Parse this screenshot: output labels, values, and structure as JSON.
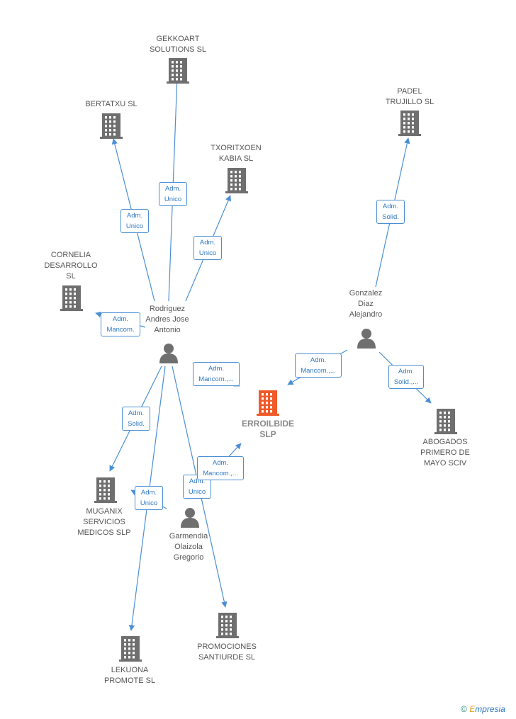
{
  "nodes": [
    {
      "id": "gekkoart",
      "type": "company",
      "label": "GEKKOART\nSOLUTIONS  SL"
    },
    {
      "id": "bertatxu",
      "type": "company",
      "label": "BERTATXU  SL"
    },
    {
      "id": "txoritxoen",
      "type": "company",
      "label": "TXORITXOEN\nKABIA  SL"
    },
    {
      "id": "padel",
      "type": "company",
      "label": "PADEL\nTRUJILLO  SL"
    },
    {
      "id": "cornelia",
      "type": "company",
      "label": "CORNELIA\nDESARROLLO\nSL"
    },
    {
      "id": "rodriguez",
      "type": "person",
      "label": "Rodriguez\nAndres Jose\nAntonio"
    },
    {
      "id": "gonzalez",
      "type": "person",
      "label": "Gonzalez\nDiaz\nAlejandro"
    },
    {
      "id": "erroilbide",
      "type": "focus",
      "label": "ERROILBIDE\nSLP"
    },
    {
      "id": "abogados",
      "type": "company",
      "label": "ABOGADOS\nPRIMERO DE\nMAYO SCIV"
    },
    {
      "id": "muganix",
      "type": "company",
      "label": "MUGANIX\nSERVICIOS\nMEDICOS SLP"
    },
    {
      "id": "garmendia",
      "type": "person",
      "label": "Garmendia\nOlaizola\nGregorio"
    },
    {
      "id": "lekuona",
      "type": "company",
      "label": "LEKUONA\nPROMOTE SL"
    },
    {
      "id": "promociones",
      "type": "company",
      "label": "PROMOCIONES\nSANTIURDE SL"
    }
  ],
  "edges": [
    {
      "from": "rodriguez",
      "to": "gekkoart",
      "label": "Adm.\nUnico"
    },
    {
      "from": "rodriguez",
      "to": "bertatxu",
      "label": "Adm.\nUnico"
    },
    {
      "from": "rodriguez",
      "to": "txoritxoen",
      "label": "Adm.\nUnico"
    },
    {
      "from": "rodriguez",
      "to": "cornelia",
      "label": "Adm.\nMancom."
    },
    {
      "from": "rodriguez",
      "to": "erroilbide",
      "label": "Adm.\nMancom.,..."
    },
    {
      "from": "rodriguez",
      "to": "muganix",
      "label": "Adm.\nSolid."
    },
    {
      "from": "rodriguez",
      "to": "lekuona",
      "label": "Adm.\nUnico"
    },
    {
      "from": "rodriguez",
      "to": "promociones",
      "label": "Adm.\nUnico"
    },
    {
      "from": "gonzalez",
      "to": "padel",
      "label": "Adm.\nSolid."
    },
    {
      "from": "gonzalez",
      "to": "erroilbide",
      "label": "Adm.\nMancom.,..."
    },
    {
      "from": "gonzalez",
      "to": "abogados",
      "label": "Adm.\nSolid.,..."
    },
    {
      "from": "garmendia",
      "to": "erroilbide",
      "label": "Adm.\nMancom.,..."
    },
    {
      "from": "garmendia",
      "to": "muganix",
      "label": "Adm.\nUnico"
    }
  ],
  "footer": {
    "copyright": "©",
    "brand_initial": "E",
    "brand_rest": "mpresia"
  },
  "colors": {
    "edge": "#4a8fd6",
    "company_icon": "#6f6f6f",
    "focus_icon": "#f05a28",
    "person_icon": "#6f6f6f"
  }
}
